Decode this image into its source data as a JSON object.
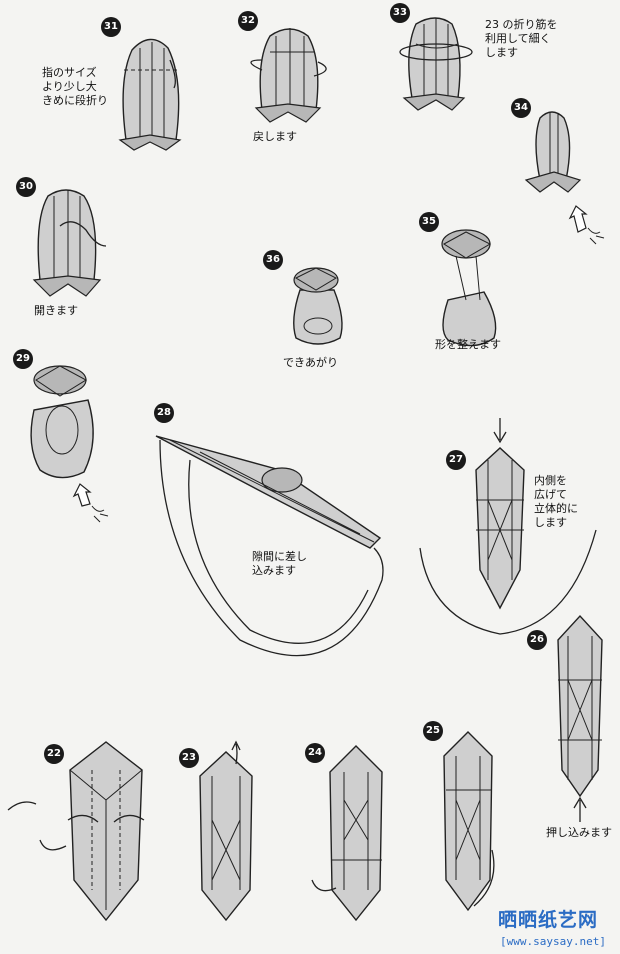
{
  "steps": [
    {
      "num": "31",
      "text": "指のサイズ\nより少し大\nきめに段折り"
    },
    {
      "num": "32",
      "text": "戻します"
    },
    {
      "num": "33",
      "text": "23 の折り筋を\n利用して細く\nします"
    },
    {
      "num": "34",
      "text": ""
    },
    {
      "num": "30",
      "text": "開きます"
    },
    {
      "num": "35",
      "text": "形を整えます"
    },
    {
      "num": "36",
      "text": "できあがり"
    },
    {
      "num": "29",
      "text": ""
    },
    {
      "num": "28",
      "text": "隙間に差し\n込みます"
    },
    {
      "num": "27",
      "text": "内側を\n広げて\n立体的に\nします"
    },
    {
      "num": "26",
      "text": "押し込みます"
    },
    {
      "num": "22",
      "text": ""
    },
    {
      "num": "23",
      "text": ""
    },
    {
      "num": "24",
      "text": ""
    },
    {
      "num": "25",
      "text": ""
    }
  ],
  "watermark": {
    "chinese": "晒晒纸艺网",
    "url": "[www.saysay.net]"
  },
  "icons": [
    "fold-arrow-icon",
    "eye-view-icon",
    "push-arrow-icon",
    "turn-over-icon"
  ]
}
